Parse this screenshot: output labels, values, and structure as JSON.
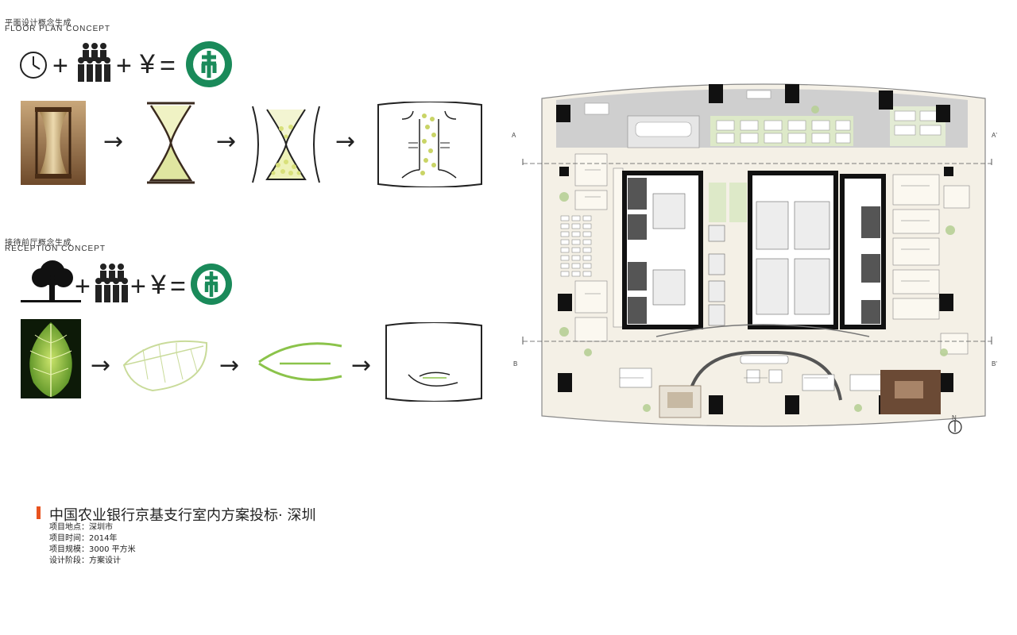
{
  "floor_plan_concept": {
    "heading_cn": "平面设计概念生成",
    "heading_en": "FLOOR PLAN CONCEPT",
    "equation": {
      "icons": [
        "clock-icon",
        "people-group-icon",
        "yen-icon",
        "abc-bank-logo-icon"
      ],
      "plus": "+",
      "yen": "¥",
      "equals": "="
    },
    "steps": [
      "hourglass-photo",
      "hourglass-outline",
      "hourglass-flow",
      "hourglass-section"
    ],
    "arrow": "→"
  },
  "reception_concept": {
    "heading_cn": "接待前厅概念生成",
    "heading_en": "RECEPTION CONCEPT",
    "equation": {
      "icons": [
        "tree-icon",
        "people-group-icon",
        "yen-icon",
        "abc-bank-logo-icon"
      ],
      "plus": "+",
      "yen": "¥",
      "equals": "="
    },
    "steps": [
      "leaf-photo",
      "leaf-outline",
      "leaf-abstract",
      "leaf-section"
    ],
    "arrow": "→"
  },
  "plan": {
    "section_a": "A",
    "section_a_prime": "A'",
    "section_b": "B",
    "section_b_prime": "B'",
    "north": "N",
    "colors": {
      "green_zone": "#dde9c8",
      "gray_zone": "#c9c9c9",
      "core": "#111111",
      "brown_room": "#6b4a35",
      "floor": "#f4f0e6"
    }
  },
  "project": {
    "title": "中国农业银行京基支行室内方案投标· 深圳",
    "accent_color": "#e8531f",
    "info": [
      "项目地点：深圳市",
      "项目时间：2014年",
      "项目规模：3000 平方米",
      "设计阶段：方案设计"
    ]
  }
}
